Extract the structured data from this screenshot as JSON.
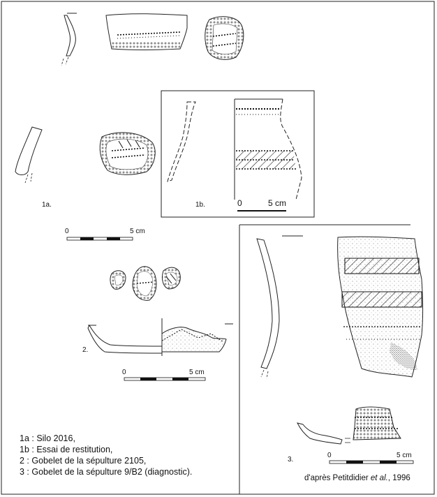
{
  "labels": {
    "fig_1a": "1a.",
    "fig_1b": "1b.",
    "fig_2": "2.",
    "fig_3": "3."
  },
  "scales": {
    "s1": {
      "start": "0",
      "end": "5 cm"
    },
    "s1b": {
      "start": "0",
      "end": "5 cm"
    },
    "s2": {
      "start": "0",
      "end": "5 cm"
    },
    "s3": {
      "start": "0",
      "end": "5 cm"
    }
  },
  "legend": [
    "1a : Silo 2016,",
    "1b : Essai de restitution,",
    "2  : Gobelet de la sépulture 2105,",
    "3  : Gobelet de la sépulture 9/B2 (diagnostic)."
  ],
  "credit": {
    "prefix": "d'après Petitdidier ",
    "etal": "et al.",
    "suffix": ", 1996"
  }
}
